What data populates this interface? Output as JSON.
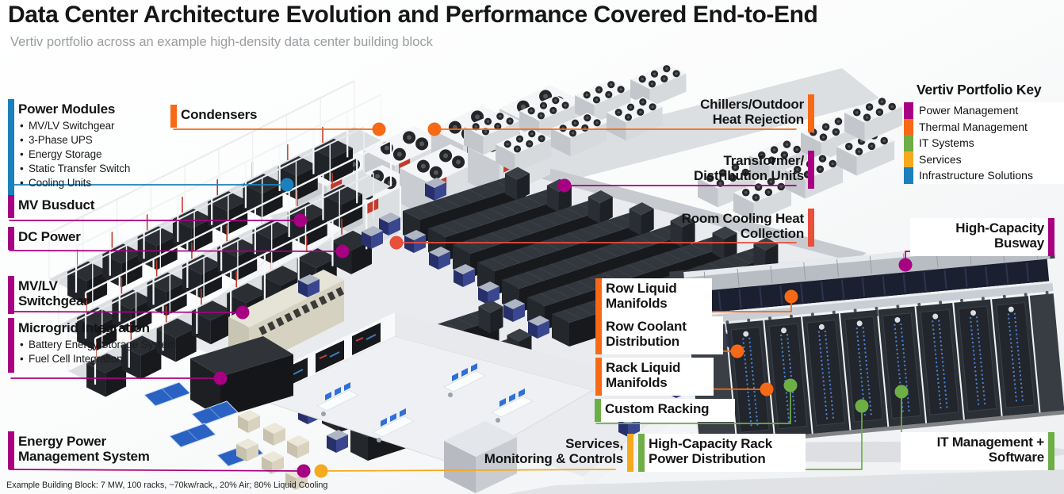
{
  "title": "Data Center Architecture Evolution and Performance Covered End-to-End",
  "subtitle": "Vertiv portfolio across an example high-density data center building block",
  "footnote": "Example Building Block: 7 MW, 100 racks, ~70kw/rack,, 20% Air; 80% Liquid Cooling",
  "colors": {
    "power": "#A70083",
    "thermal": "#F76915",
    "heat": "#E8503C",
    "it": "#6DAE47",
    "services": "#F5A91D",
    "infrastructure": "#1B80BC"
  },
  "legend": {
    "title": "Vertiv Portfolio Key",
    "items": [
      {
        "label": "Power Management",
        "color": "#A70083"
      },
      {
        "label": "Thermal Management",
        "color": "#F76915"
      },
      {
        "label": "IT Systems",
        "color": "#6DAE47"
      },
      {
        "label": "Services",
        "color": "#F5A91D"
      },
      {
        "label": "Infrastructure Solutions",
        "color": "#1B80BC"
      }
    ]
  },
  "callouts": {
    "power_modules": {
      "title": "Power Modules",
      "bullets": [
        "MV/LV Switchgear",
        "3-Phase UPS",
        "Energy Storage",
        "Static Transfer Switch",
        "Cooling Units"
      ]
    },
    "mv_busduct": {
      "title": "MV Busduct"
    },
    "dc_power": {
      "title": "DC Power"
    },
    "mvlv_switchgear": {
      "title": "MV/LV\nSwitchgear"
    },
    "microgrid": {
      "title": "Microgrid Integration",
      "bullets": [
        "Battery Energy Storage System",
        "Fuel Cell Integration"
      ]
    },
    "energy_power_mgmt": {
      "title": "Energy Power\nManagement System"
    },
    "condensers": {
      "title": "Condensers"
    },
    "chillers": {
      "title": "Chillers/Outdoor\nHeat Rejection"
    },
    "transformer": {
      "title": "Transformer/\nDistribution Units"
    },
    "room_cooling": {
      "title": "Room Cooling Heat\nCollection"
    },
    "busway": {
      "title": "High-Capacity\nBusway"
    },
    "row_liquid": {
      "title": "Row Liquid\nManifolds"
    },
    "row_coolant": {
      "title": "Row Coolant\nDistribution"
    },
    "rack_liquid": {
      "title": "Rack Liquid\nManifolds"
    },
    "custom_racking": {
      "title": "Custom Racking"
    },
    "services_monitoring": {
      "title": "Services,\nMonitoring & Controls"
    },
    "rack_power": {
      "title": "High-Capacity Rack\nPower Distribution"
    },
    "it_mgmt": {
      "title": "IT Management +\nSoftware"
    }
  }
}
